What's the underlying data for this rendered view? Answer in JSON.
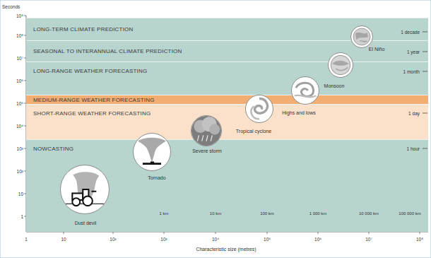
{
  "diagram": {
    "nodes": [
      {
        "text": [
          "LONG-TERM CLIMATE PREDICTION"
        ]
      },
      {
        "text": [
          "SEASONAL TO INTERANNUAL CLIMATE PREDICTION"
        ]
      },
      {
        "text": [
          "LONG-RANGE WEATHER FORECASTING"
        ]
      },
      {
        "text": [
          "MEDIUM-RANGE WEATHER FORECASTING"
        ]
      },
      {
        "text": [
          "SHORT-RANGE WEATHER FORECASTING"
        ]
      },
      {
        "text": [
          "NOWCASTING"
        ]
      },
      {
        "text": [
          "El Niño"
        ]
      },
      {
        "text": [
          "Monsoon"
        ]
      },
      {
        "text": [
          "Highs and lows"
        ]
      },
      {
        "text": [
          "Tropical cyclone"
        ]
      },
      {
        "text": [
          "Severe storm"
        ]
      },
      {
        "text": [
          "Tornado"
        ]
      },
      {
        "text": [
          "Dust devil"
        ]
      }
    ],
    "labels": [
      "Seconds",
      "10⁹",
      "10⁸",
      "10⁷",
      "10⁶",
      "10⁵",
      "10⁴",
      "10³",
      "10²",
      "10",
      "1",
      "1",
      "10",
      "10²",
      "10³",
      "10⁴",
      "10⁵",
      "10⁶",
      "10⁷",
      "10⁸",
      "1 km",
      "10 km",
      "100 km",
      "1 000 km",
      "10 000 km",
      "100 000 km",
      "1 decade",
      "1 year",
      "1 month",
      "1 day",
      "1 hour",
      "Characteristic size (metres)"
    ]
  }
}
